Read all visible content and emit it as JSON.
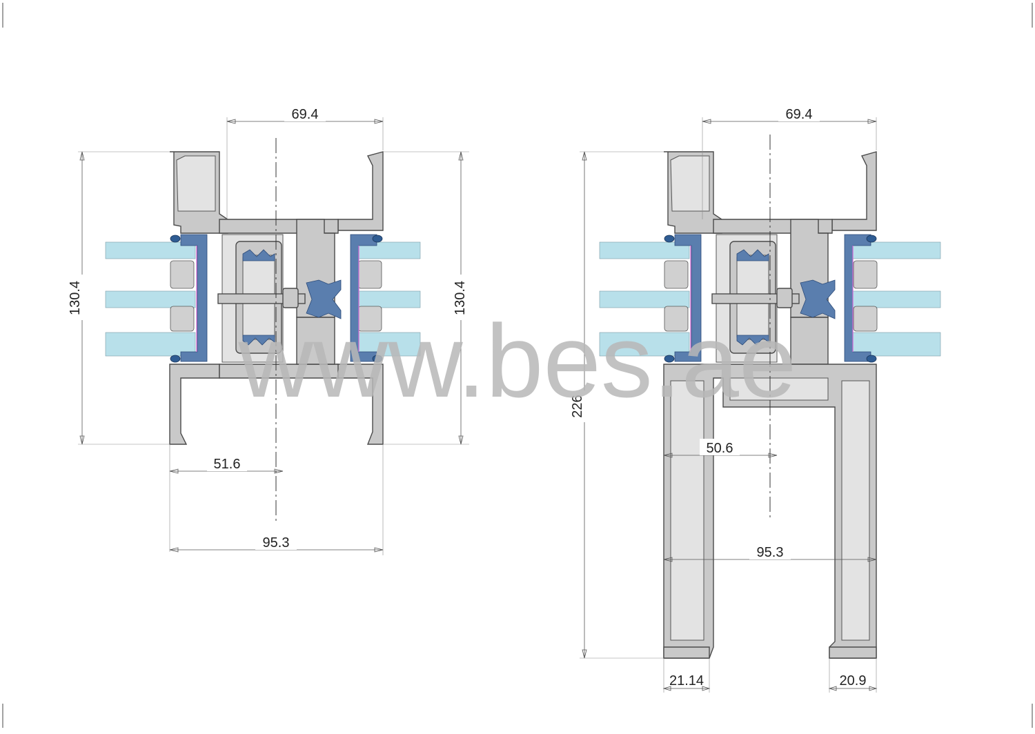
{
  "watermark": "www.bes.ae",
  "left_section": {
    "dim_top": "69.4",
    "dim_left_height": "130.4",
    "dim_right_height": "130.4",
    "dim_inner": "51.6",
    "dim_total": "95.3"
  },
  "right_section": {
    "dim_top": "69.4",
    "dim_height": "226",
    "dim_inner": "50.6",
    "dim_total": "95.3",
    "dim_leg_left": "21.14",
    "dim_leg_right": "20.9"
  },
  "colors": {
    "frame": "#c9c9c9",
    "gasket": "#5a7eae",
    "glass": "#b8e0ea",
    "watermark": "#b8b8b8"
  }
}
